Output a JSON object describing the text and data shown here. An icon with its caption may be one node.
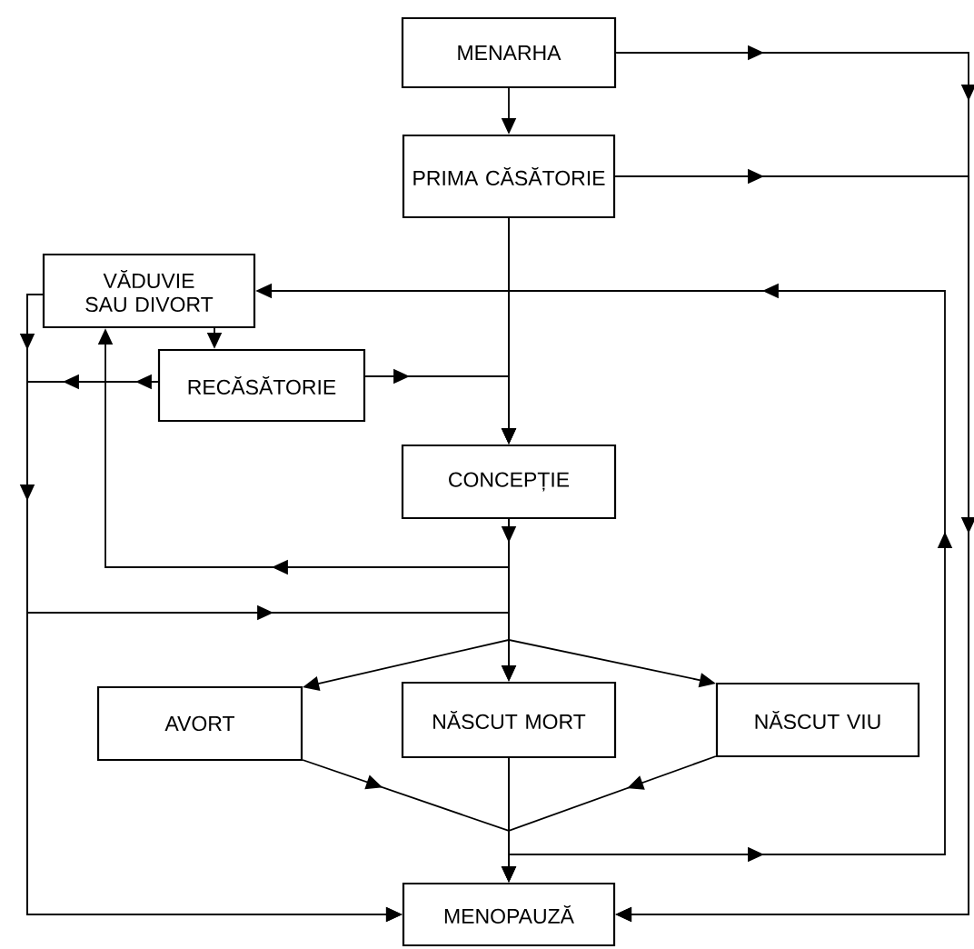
{
  "diagram": {
    "nodes": [
      {
        "text": [
          "MENARHA"
        ]
      },
      {
        "text": [
          "PRIMA CĂSĂTORIE"
        ]
      },
      {
        "text": [
          "VĂDUVIE SAU DIVORT"
        ]
      },
      {
        "text": [
          "RECĂSĂTORIE"
        ]
      },
      {
        "text": [
          "CONCEPȚIE"
        ]
      },
      {
        "text": [
          "AVORT"
        ]
      },
      {
        "text": [
          "NĂSCUT MORT"
        ]
      },
      {
        "text": [
          "NĂSCUT VIU"
        ]
      },
      {
        "text": [
          "MENOPAUZĂ"
        ]
      }
    ],
    "edges": [
      {
        "from": 0,
        "to": 1,
        "arrow": "to"
      },
      {
        "from": 0,
        "to": 8,
        "arrow": "to"
      },
      {
        "from": 1,
        "to": 8,
        "arrow": "to"
      },
      {
        "from": 1,
        "to": 4,
        "arrow": "to"
      },
      {
        "from": 1,
        "to": 2,
        "arrow": "to"
      },
      {
        "from": 2,
        "to": 3,
        "arrow": "to"
      },
      {
        "from": 3,
        "to": 4,
        "arrow": "to"
      },
      {
        "from": 2,
        "to": 8,
        "arrow": "to"
      },
      {
        "from": 3,
        "to": 8,
        "arrow": "to"
      },
      {
        "from": 4,
        "to": 2,
        "arrow": "to"
      },
      {
        "from": 2,
        "to": 6,
        "arrow": "to"
      },
      {
        "from": 4,
        "to": 5,
        "arrow": "to"
      },
      {
        "from": 4,
        "to": 6,
        "arrow": "to"
      },
      {
        "from": 4,
        "to": 7,
        "arrow": "to"
      },
      {
        "from": 5,
        "to": 8,
        "arrow": "to"
      },
      {
        "from": 6,
        "to": 8,
        "arrow": "to"
      },
      {
        "from": 7,
        "to": 8,
        "arrow": "to"
      },
      {
        "from": 6,
        "to": 4,
        "arrow": "to"
      }
    ]
  }
}
